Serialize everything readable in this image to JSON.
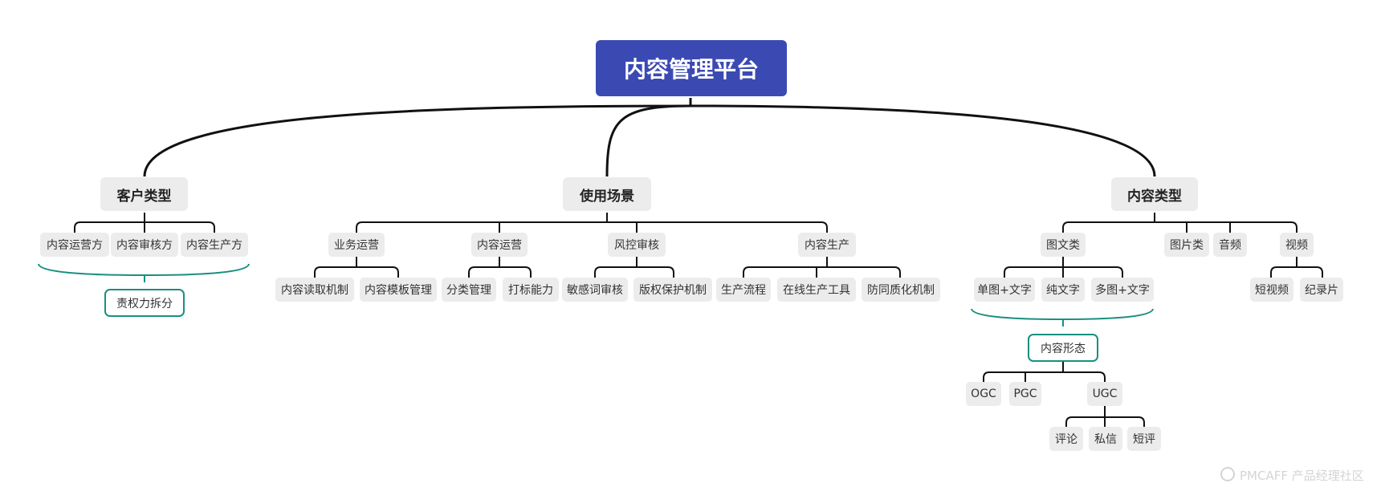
{
  "root": {
    "label": "内容管理平台"
  },
  "branches": {
    "customer_type": {
      "label": "客户类型",
      "children": [
        "内容运营方",
        "内容审核方",
        "内容生产方"
      ],
      "summary": "责权力拆分"
    },
    "usage_scenarios": {
      "label": "使用场景",
      "groups": [
        {
          "label": "业务运营",
          "children": [
            "内容读取机制",
            "内容模板管理"
          ]
        },
        {
          "label": "内容运营",
          "children": [
            "分类管理",
            "打标能力"
          ]
        },
        {
          "label": "风控审核",
          "children": [
            "敏感词审核",
            "版权保护机制"
          ]
        },
        {
          "label": "内容生产",
          "children": [
            "生产流程",
            "在线生产工具",
            "防同质化机制"
          ]
        }
      ]
    },
    "content_type": {
      "label": "内容类型",
      "groups": [
        {
          "label": "图文类",
          "children": [
            "单图+文字",
            "纯文字",
            "多图+文字"
          ],
          "summary": "内容形态",
          "forms": [
            "OGC",
            "PGC",
            "UGC"
          ],
          "ugc_children": [
            "评论",
            "私信",
            "短评"
          ]
        },
        {
          "label": "图片类",
          "children": []
        },
        {
          "label": "音频",
          "children": []
        },
        {
          "label": "视频",
          "children": [
            "短视频",
            "纪录片"
          ]
        }
      ]
    }
  },
  "watermark": {
    "text": "PMCAFF 产品经理社区"
  },
  "colors": {
    "root_bg": "#3b4ab3",
    "node_bg": "#ececec",
    "summary_border": "#1a8f80",
    "line": "#111111"
  }
}
